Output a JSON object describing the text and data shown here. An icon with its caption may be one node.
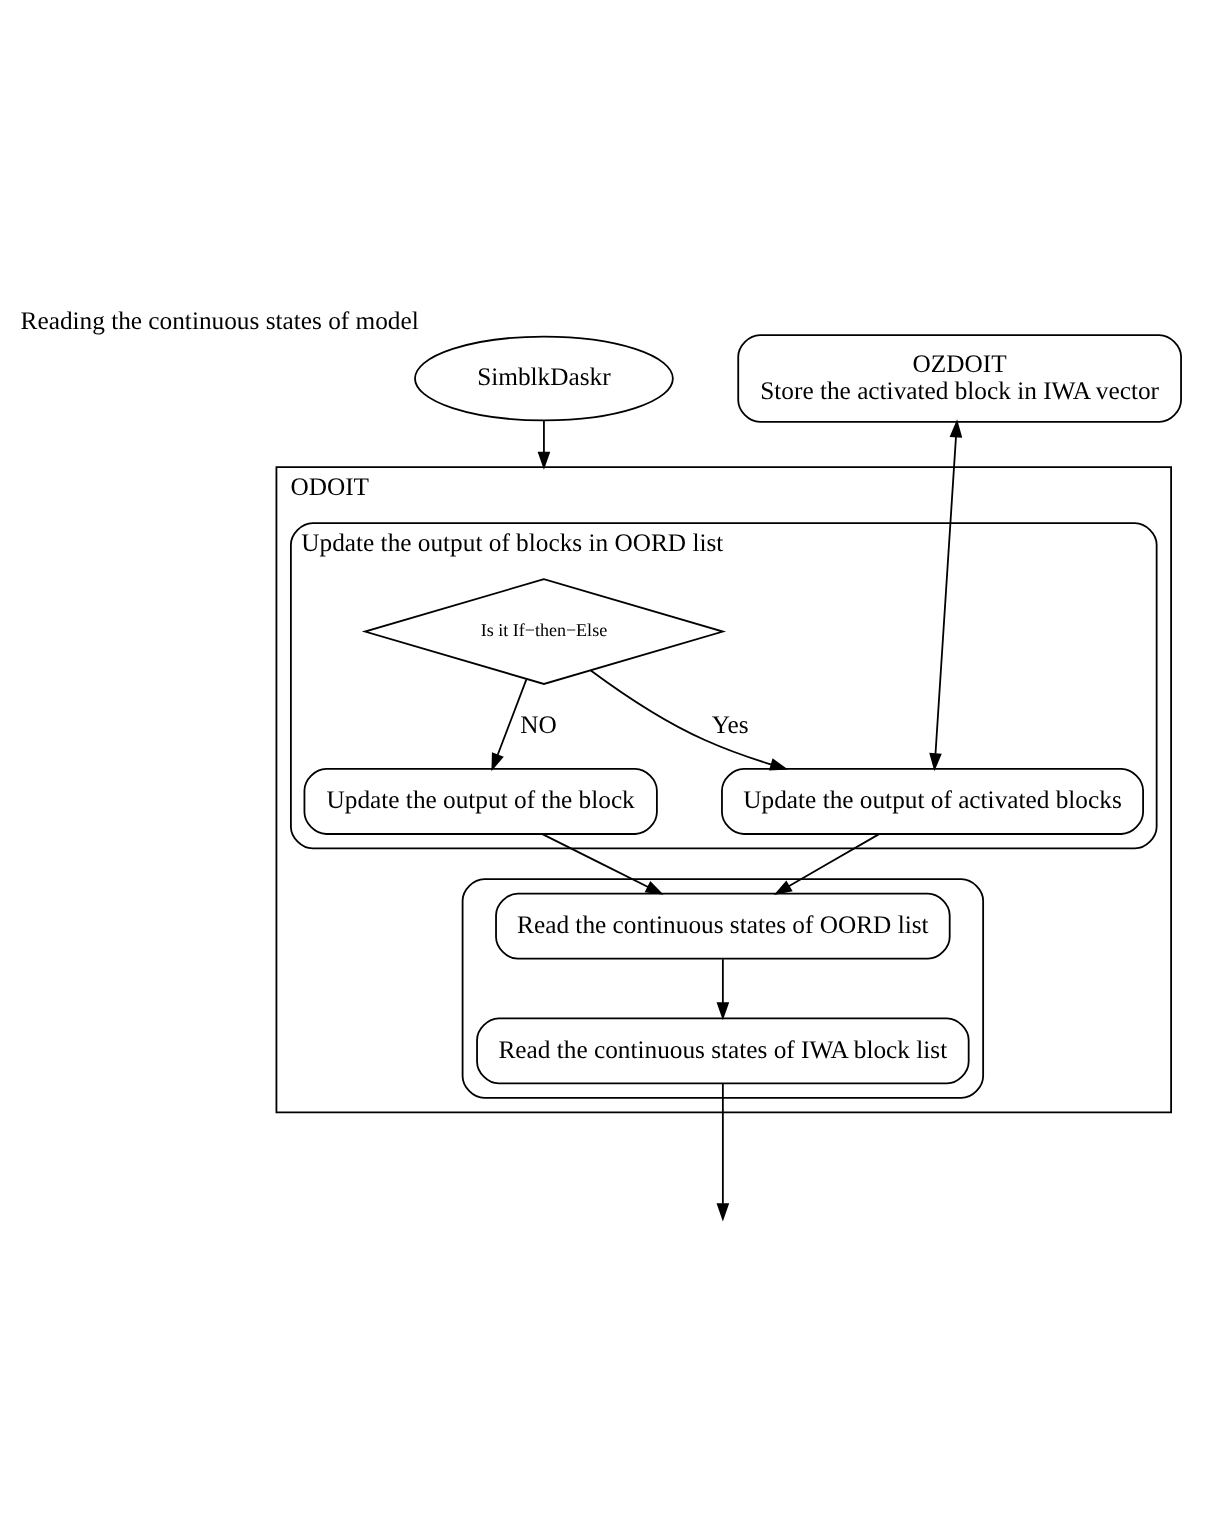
{
  "diagram": {
    "nodes": [
      {
        "text": [
          "SimblkDaskr"
        ],
        "beside": [
          "Reading the continuous states of model"
        ]
      },
      {
        "text": [
          "ODOIT"
        ]
      },
      {
        "text": [
          "Update the output of blocks in OORD list"
        ],
        "in": 1
      },
      {
        "text": [
          "Is it If−then−Else"
        ],
        "in": 2
      },
      {
        "text": [
          "Update the output of the block"
        ],
        "in": 2
      },
      {
        "text": [
          "Update the output of activated blocks"
        ],
        "in": 2
      },
      {
        "text": [
          "OZDOIT",
          "Store the activated block in IWA vector"
        ]
      },
      {
        "text": [],
        "shape": "box",
        "in": 1
      },
      {
        "text": [
          "Read the continuous states of OORD list"
        ],
        "in": 7
      },
      {
        "text": [
          "Read the continuous states of IWA block list"
        ],
        "in": 7
      }
    ],
    "edges": [
      {
        "from": 0,
        "to": 1,
        "arrow": "to"
      },
      {
        "from": 3,
        "to": 4,
        "arrow": "to",
        "label": "NO"
      },
      {
        "from": 3,
        "to": 5,
        "arrow": "to",
        "label": "Yes"
      },
      {
        "from": 5,
        "to": 6,
        "arrow": "both"
      },
      {
        "from": 4,
        "to": 8,
        "arrow": "to"
      },
      {
        "from": 5,
        "to": 8,
        "arrow": "to"
      },
      {
        "from": 8,
        "to": 9,
        "arrow": "to"
      },
      {
        "from": 9,
        "to": null,
        "arrow": "to"
      }
    ]
  }
}
